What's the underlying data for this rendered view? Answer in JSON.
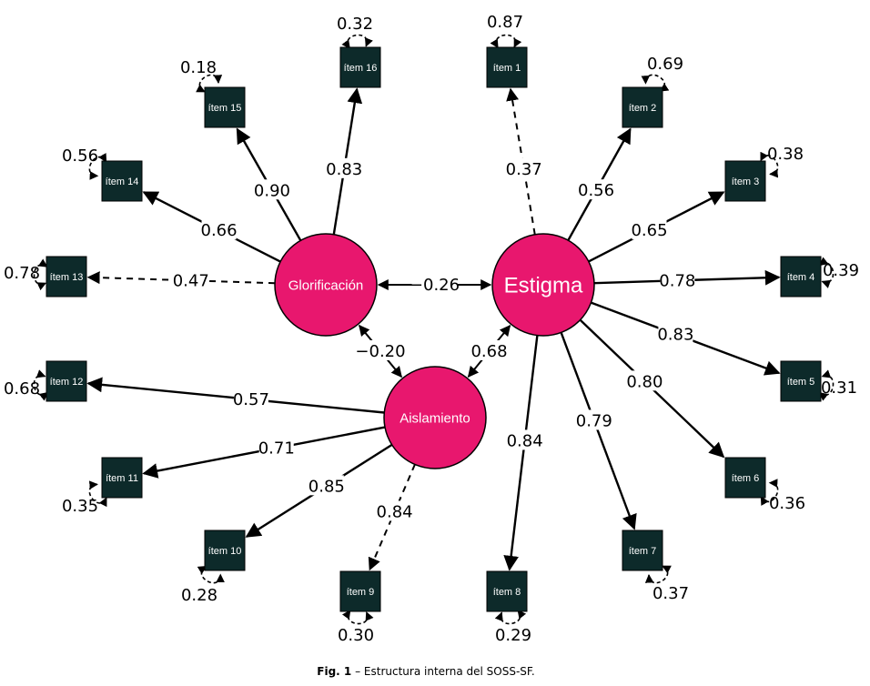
{
  "colors": {
    "factor_fill": "#e8176e",
    "item_fill": "#0d2a2a",
    "line": "#000000"
  },
  "factors": [
    {
      "id": "estigma",
      "label": "Estigma"
    },
    {
      "id": "glorificacion",
      "label": "Glorificación"
    },
    {
      "id": "aislamiento",
      "label": "Aislamiento"
    }
  ],
  "items": [
    {
      "id": "i1",
      "label": "ítem 1",
      "factor": "estigma",
      "loading": "0.37",
      "dashed": true,
      "residual": "0.87"
    },
    {
      "id": "i2",
      "label": "ítem 2",
      "factor": "estigma",
      "loading": "0.56",
      "dashed": false,
      "residual": "0.69"
    },
    {
      "id": "i3",
      "label": "ítem 3",
      "factor": "estigma",
      "loading": "0.65",
      "dashed": false,
      "residual": "0.38"
    },
    {
      "id": "i4",
      "label": "ítem 4",
      "factor": "estigma",
      "loading": "0.78",
      "dashed": false,
      "residual": "0.39"
    },
    {
      "id": "i5",
      "label": "ítem 5",
      "factor": "estigma",
      "loading": "0.83",
      "dashed": false,
      "residual": "0.31"
    },
    {
      "id": "i6",
      "label": "ítem 6",
      "factor": "estigma",
      "loading": "0.80",
      "dashed": false,
      "residual": "0.36"
    },
    {
      "id": "i7",
      "label": "ítem 7",
      "factor": "estigma",
      "loading": "0.79",
      "dashed": false,
      "residual": "0.37"
    },
    {
      "id": "i8",
      "label": "ítem 8",
      "factor": "estigma",
      "loading": "0.84",
      "dashed": false,
      "residual": "0.29"
    },
    {
      "id": "i9",
      "label": "ítem 9",
      "factor": "aislamiento",
      "loading": "0.84",
      "dashed": true,
      "residual": "0.30"
    },
    {
      "id": "i10",
      "label": "ítem 10",
      "factor": "aislamiento",
      "loading": "0.85",
      "dashed": false,
      "residual": "0.28"
    },
    {
      "id": "i11",
      "label": "ítem 11",
      "factor": "aislamiento",
      "loading": "0.71",
      "dashed": false,
      "residual": "0.35"
    },
    {
      "id": "i12",
      "label": "ítem 12",
      "factor": "aislamiento",
      "loading": "0.57",
      "dashed": false,
      "residual": "0.68"
    },
    {
      "id": "i13",
      "label": "ítem 13",
      "factor": "glorificacion",
      "loading": "0.47",
      "dashed": true,
      "residual": "0.78"
    },
    {
      "id": "i14",
      "label": "ítem 14",
      "factor": "glorificacion",
      "loading": "0.66",
      "dashed": false,
      "residual": "0.56"
    },
    {
      "id": "i15",
      "label": "ítem 15",
      "factor": "glorificacion",
      "loading": "0.90",
      "dashed": false,
      "residual": "0.18"
    },
    {
      "id": "i16",
      "label": "ítem 16",
      "factor": "glorificacion",
      "loading": "0.83",
      "dashed": false,
      "residual": "0.32"
    }
  ],
  "covariances": [
    {
      "from": "glorificacion",
      "to": "estigma",
      "value": "−0.26"
    },
    {
      "from": "glorificacion",
      "to": "aislamiento",
      "value": "−0.20"
    },
    {
      "from": "estigma",
      "to": "aislamiento",
      "value": "0.68"
    }
  ],
  "caption": {
    "prefix": "Fig. 1",
    "text": " – Estructura interna del SOSS-SF."
  }
}
